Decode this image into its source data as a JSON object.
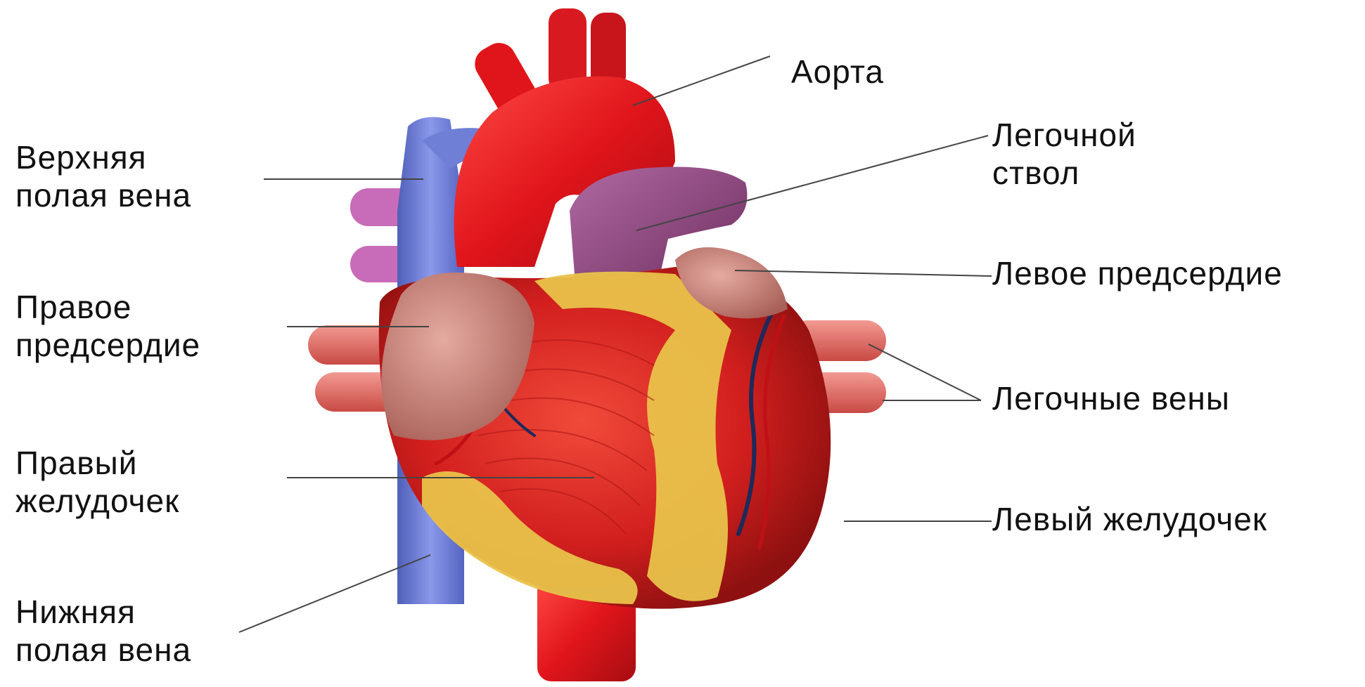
{
  "labels": {
    "aorta": "Аорта",
    "pulmonary_trunk": [
      "Легочной",
      "ствол"
    ],
    "superior_vena_cava": [
      "Верхняя",
      "полая вена"
    ],
    "left_atrium": "Левое предсердие",
    "right_atrium": [
      "Правое",
      "предсердие"
    ],
    "pulmonary_veins": "Легочные вены",
    "right_ventricle": [
      "Правый",
      "желудочек"
    ],
    "left_ventricle": "Левый желудочек",
    "inferior_vena_cava": [
      "Нижняя",
      "полая вена"
    ]
  },
  "colors": {
    "myocardium": "#d42020",
    "aorta": "#e0151b",
    "vena_cava": "#6f7fd6",
    "pulmonary_trunk": "#8a3f78",
    "atrium": "#c88b80",
    "fat": "#e9c24a",
    "pulmonary_veins": "#e0706a",
    "leader_line": "#444444"
  }
}
